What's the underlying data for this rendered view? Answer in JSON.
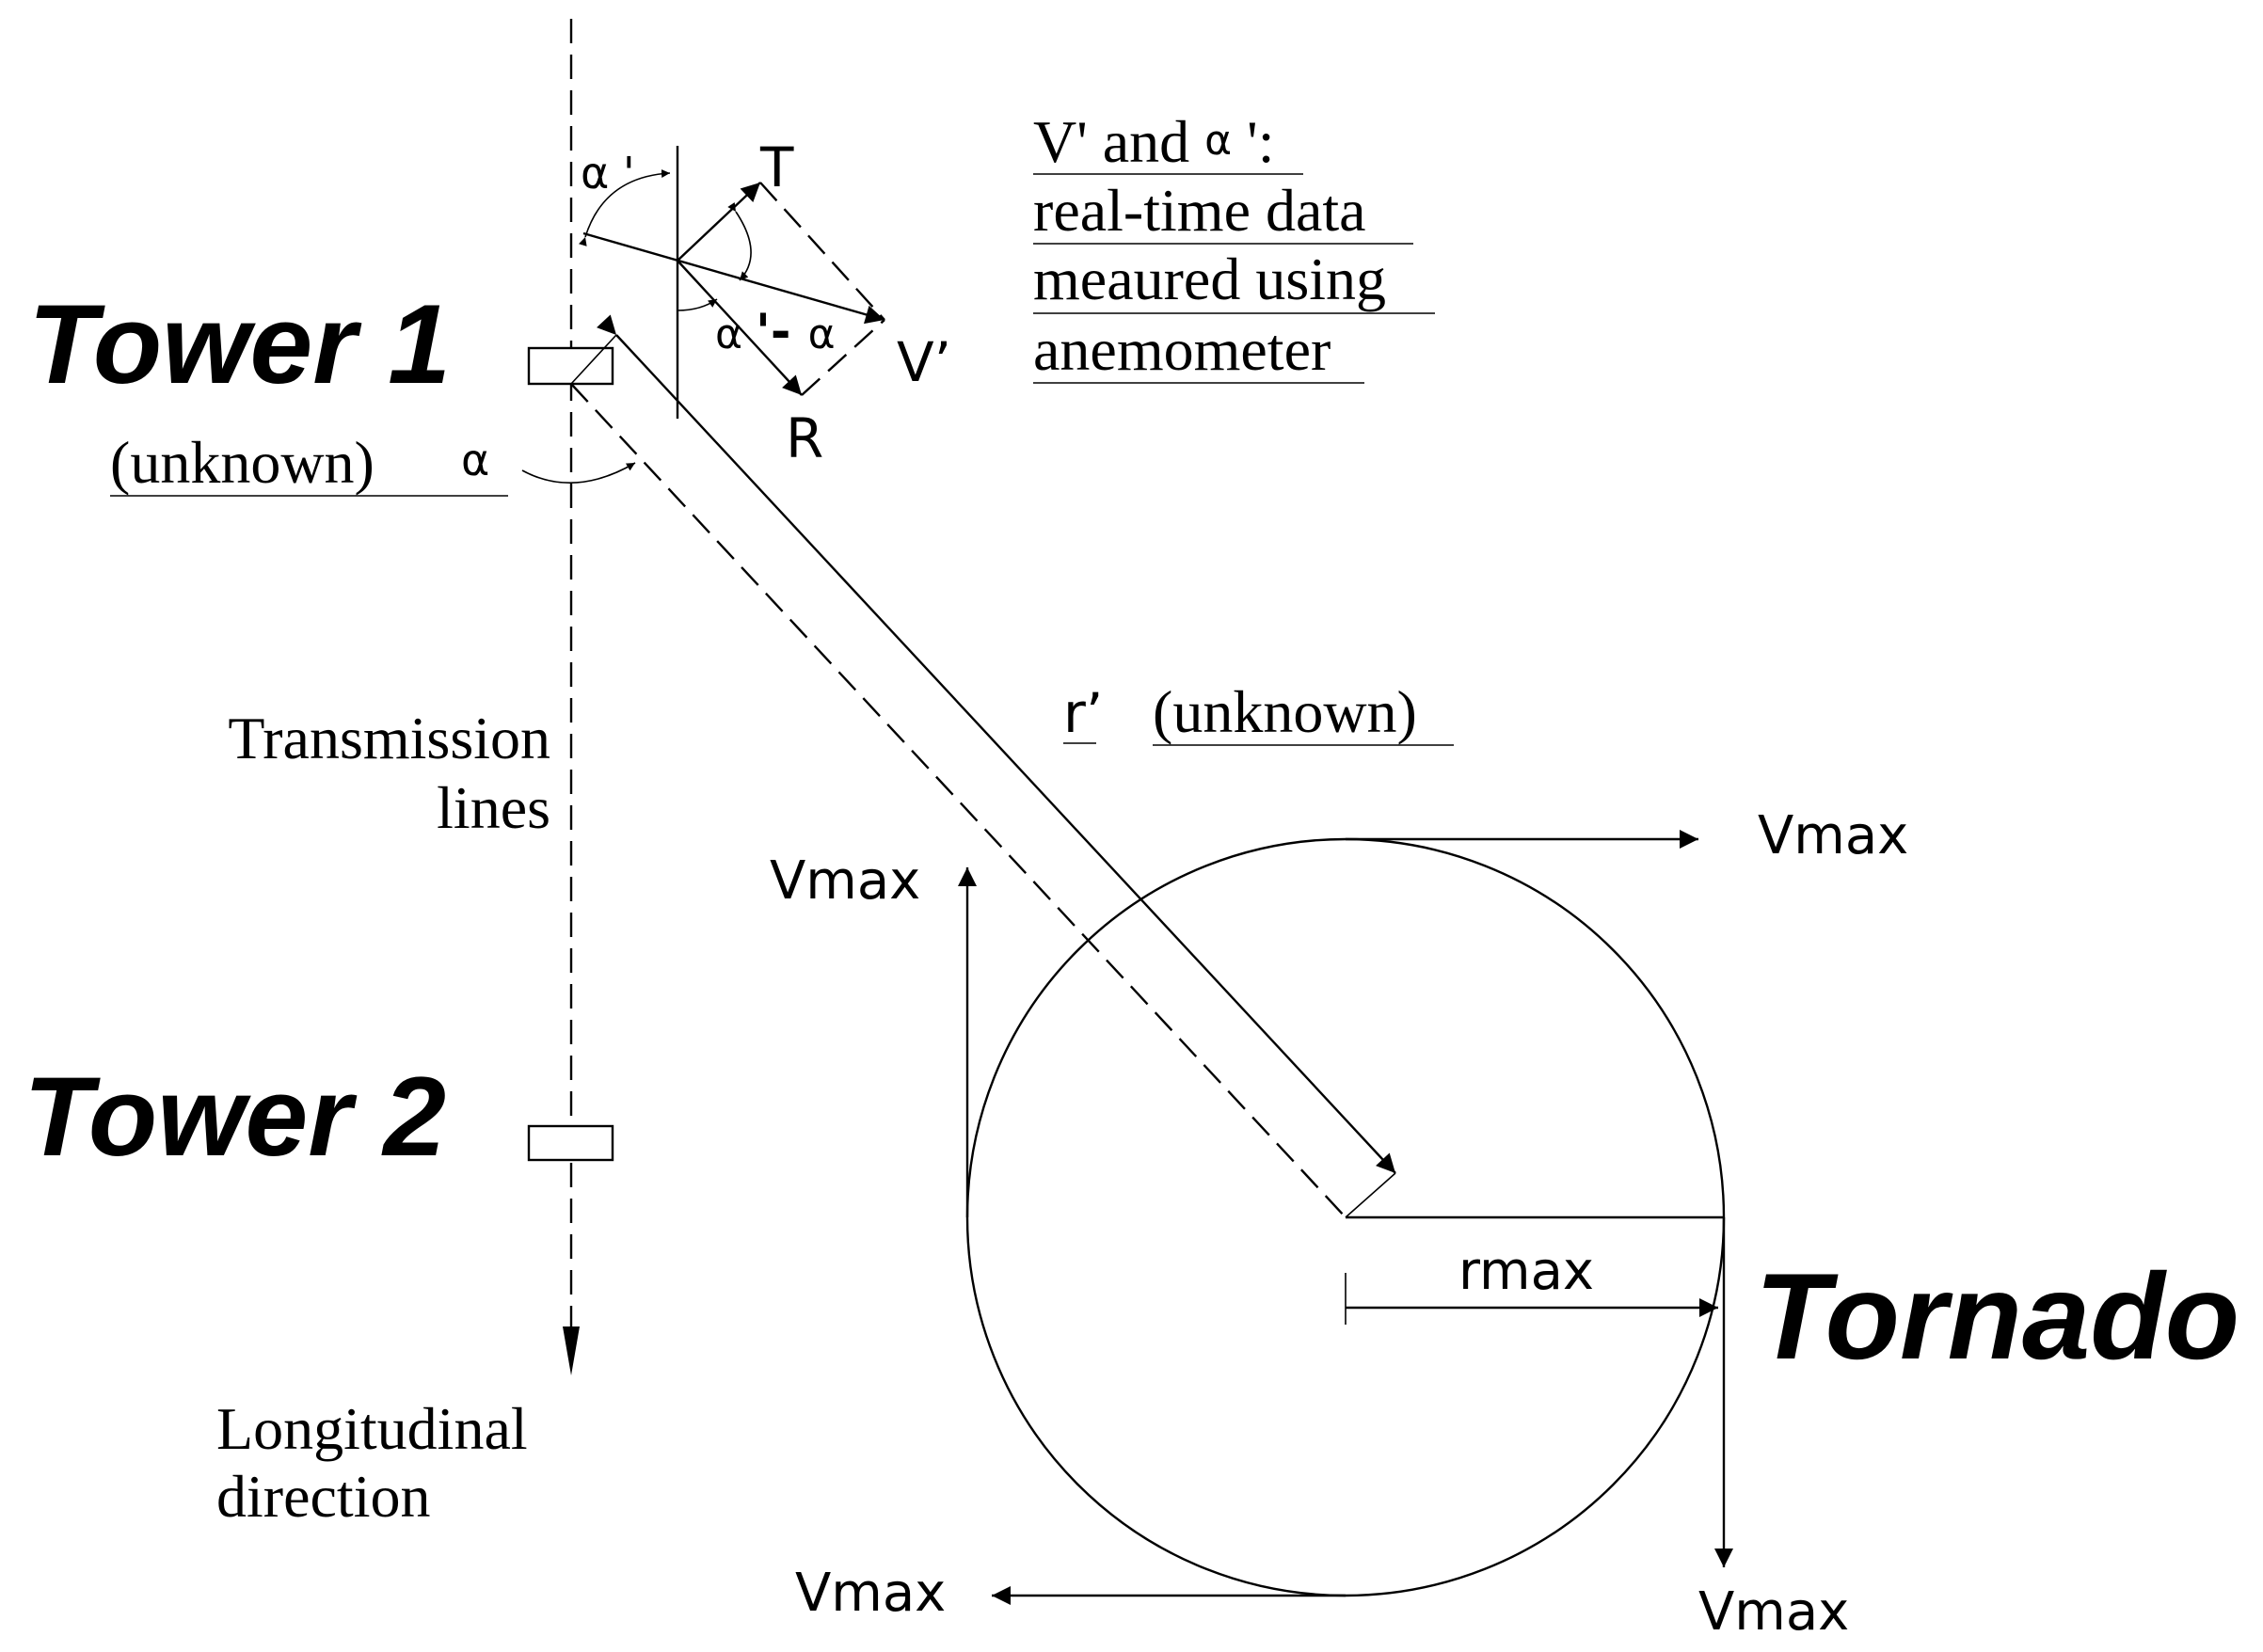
{
  "labels": {
    "tower1": "Tower 1",
    "tower2": "Tower 2",
    "tornado": "Tornado",
    "transmission_1": "Transmission",
    "transmission_2": "lines",
    "longitudinal_1": "Longitudinal",
    "longitudinal_2": "direction",
    "unknown_alpha_text": "(unknown)",
    "alpha": "α",
    "alpha_prime": "α '",
    "alpha_diff_a": "α ",
    "alpha_diff_b": "'- ",
    "alpha_diff_c": "α",
    "T": "T",
    "R": "R",
    "V_prime": "V’",
    "r_prime": "r’",
    "r_unknown": "(unknown)",
    "rmax": "rmax",
    "vmax_top": "Vmax",
    "vmax_left": "Vmax",
    "vmax_bottom_left": "Vmax",
    "vmax_bottom_right": "Vmax"
  },
  "note": {
    "line1_a": "V' and ",
    "line1_b": "α",
    "line1_c": " ':",
    "line2": "real-time data",
    "line3": "meaured using",
    "line4": "anemometer"
  }
}
